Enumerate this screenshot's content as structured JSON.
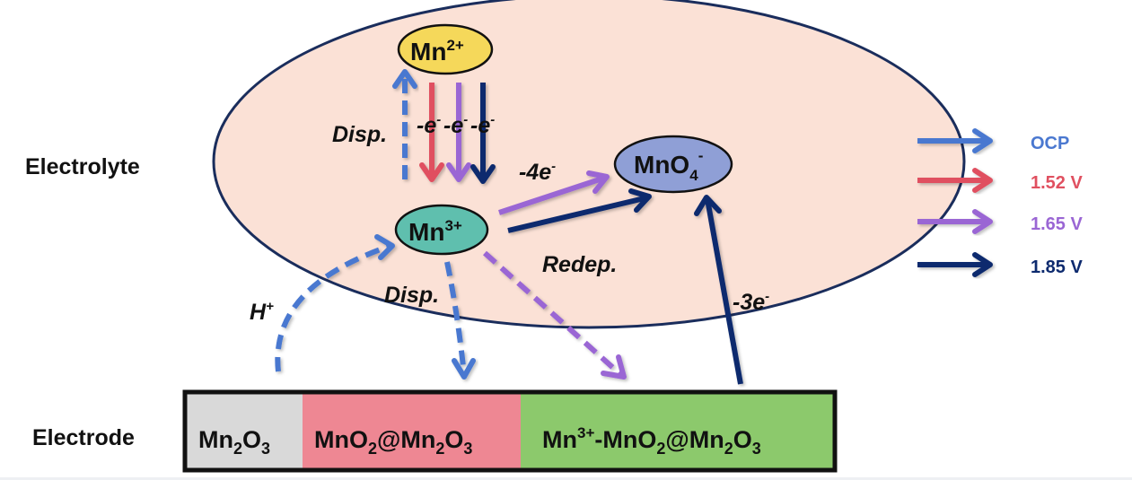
{
  "colors": {
    "ocp": "#4a78d0",
    "v152": "#e05060",
    "v165": "#9a66d4",
    "v185": "#0d2a6e",
    "electrolyte_fill": "#fbe1d6",
    "electrolyte_border": "#1a2d5c",
    "mn2_fill": "#f5d85a",
    "mn3_fill": "#5fbfae",
    "mno4_fill": "#8f9fd6",
    "mn2o3_fill": "#d9d9d9",
    "mno2_fill": "#ee8793",
    "mn3mno2_fill": "#8cc96c"
  },
  "regions": {
    "electrolyte": "Electrolyte",
    "electrode": "Electrode"
  },
  "species": {
    "mn2": {
      "base": "Mn",
      "sup": "2+"
    },
    "mn3": {
      "base": "Mn",
      "sup": "3+"
    },
    "mno4": {
      "base": "MnO",
      "sub": "4",
      "sup": "-"
    }
  },
  "labels": {
    "disp_top": "Disp.",
    "disp_bottom": "Disp.",
    "e1": "-e",
    "e2": "-e",
    "e3": "-e",
    "e_sup": "-",
    "four_e": "-4e",
    "three_e": "-3e",
    "redep": "Redep.",
    "h_plus": "H",
    "h_sup": "+"
  },
  "electrode_segments": [
    {
      "name": "Mn2O3",
      "parts": [
        "Mn",
        "2",
        "O",
        "3"
      ]
    },
    {
      "name": "MnO2@Mn2O3",
      "parts": [
        "MnO",
        "2",
        "@Mn",
        "2",
        "O",
        "3"
      ]
    },
    {
      "name": "Mn3+-MnO2@Mn2O3",
      "sup": "3+",
      "parts": [
        "Mn",
        "-MnO",
        "2",
        "@Mn",
        "2",
        "O",
        "3"
      ]
    }
  ],
  "legend": [
    {
      "label": "OCP",
      "color_key": "ocp"
    },
    {
      "label": "1.52 V",
      "color_key": "v152"
    },
    {
      "label": "1.65 V",
      "color_key": "v165"
    },
    {
      "label": "1.85 V",
      "color_key": "v185"
    }
  ]
}
